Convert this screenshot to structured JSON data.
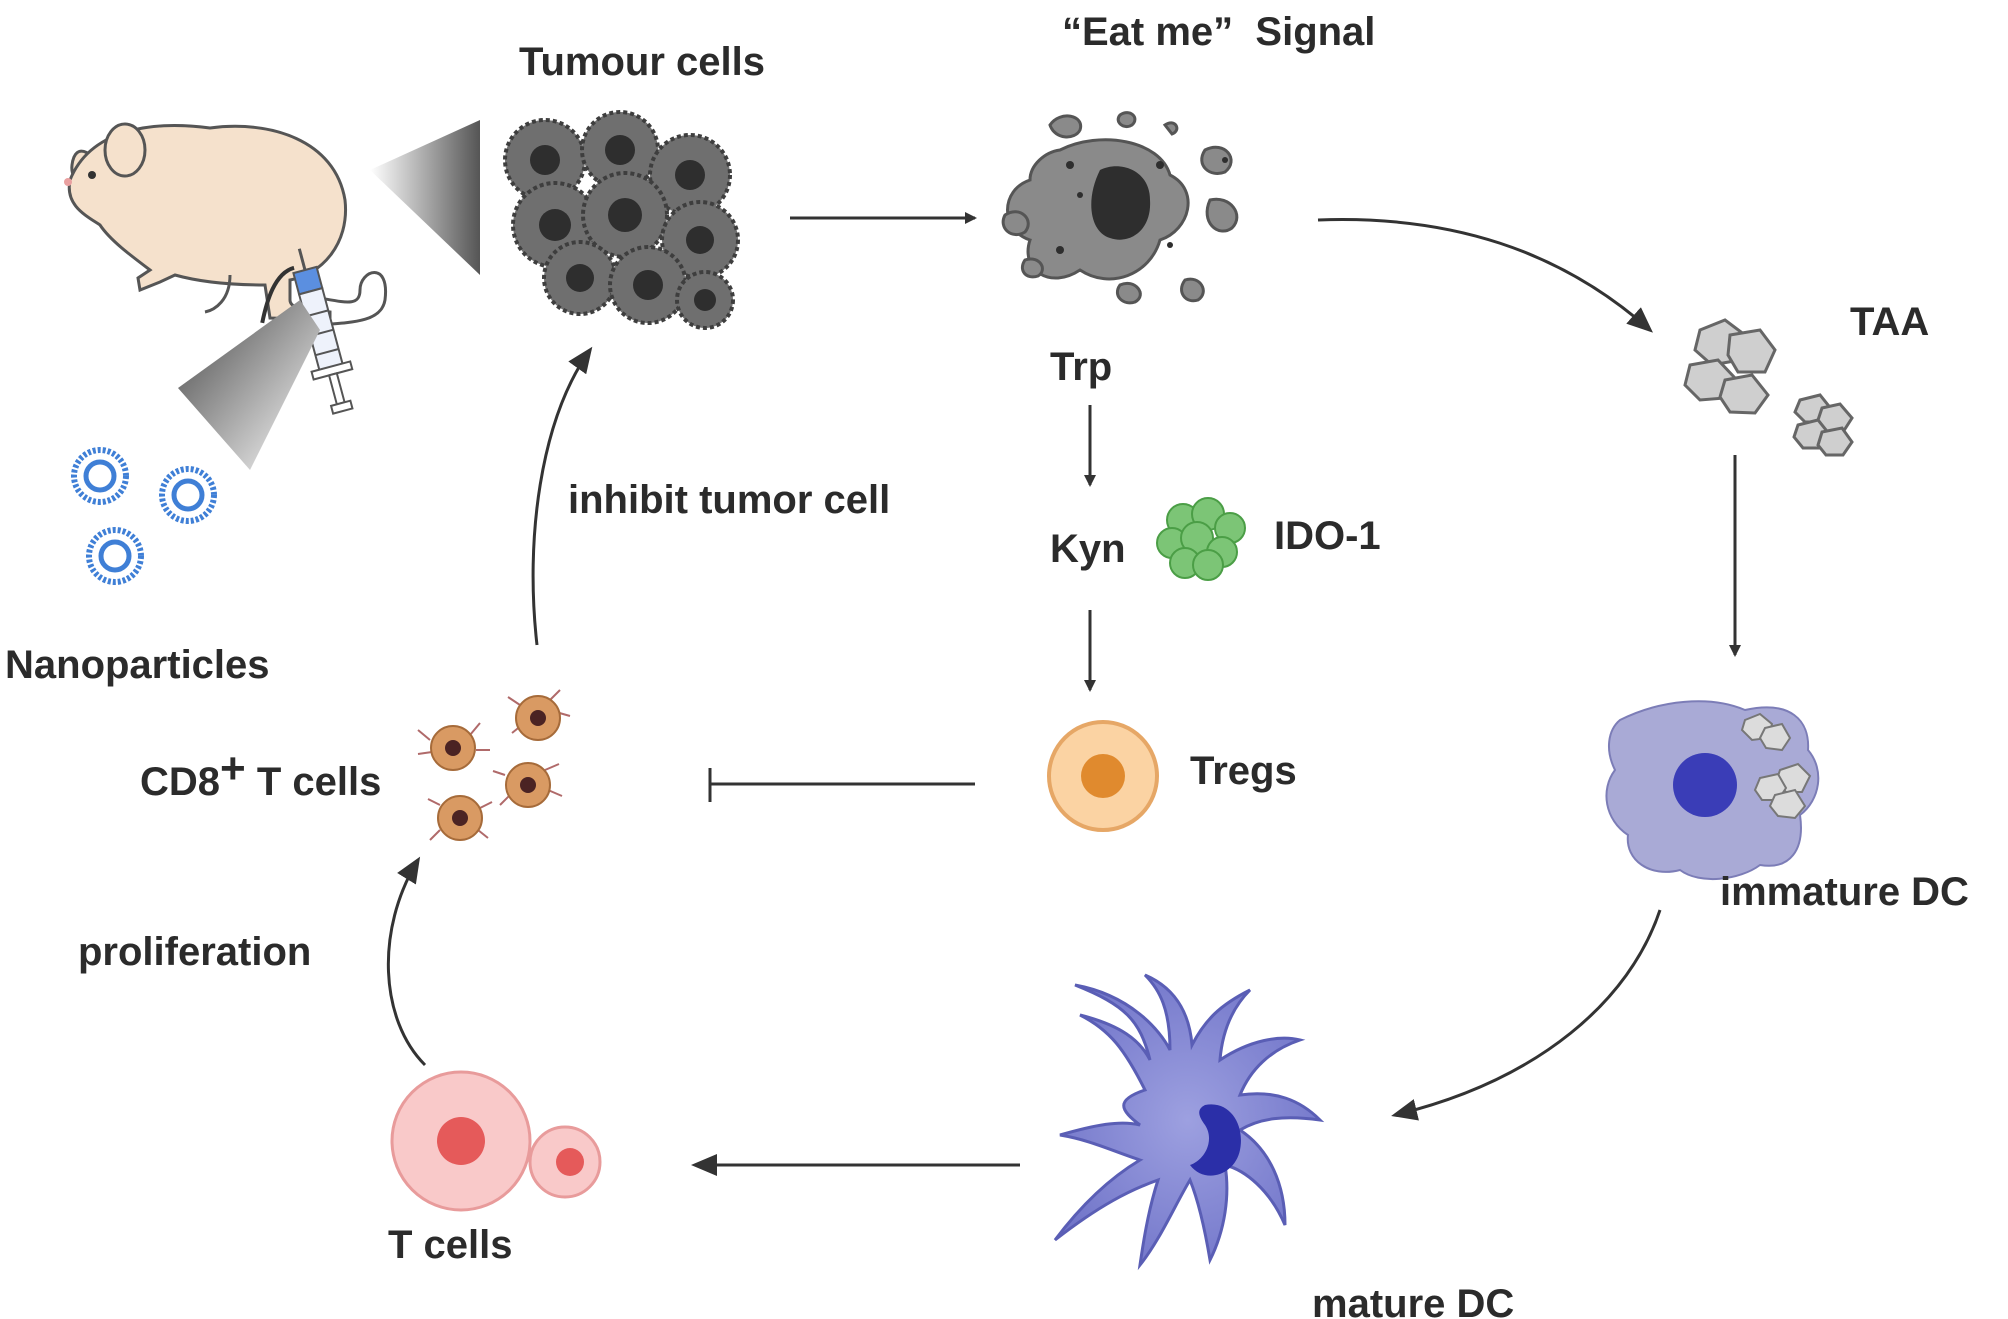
{
  "labels": {
    "tumour_cells": "Tumour cells",
    "eat_me_signal": "“Eat me”  Signal",
    "trp": "Trp",
    "kyn": "Kyn",
    "ido1": "IDO-1",
    "tregs": "Tregs",
    "taa": "TAA",
    "immature_dc": "immature DC",
    "mature_dc": "mature DC",
    "t_cells": "T cells",
    "proliferation": "proliferation",
    "cd8_prefix": "CD8",
    "cd8_plus": "+",
    "cd8_suffix": " T cells",
    "inhibit_tumor_cell": "inhibit tumor cell",
    "nanoparticles": "Nanoparticles"
  },
  "colors": {
    "text": "#2b2b2b",
    "arrow": "#333333",
    "mouse_body": "#f5e1cc",
    "tumour": "#6f6f6f",
    "tumour_nucleus": "#2e2e2e",
    "debris": "#8a8a8a",
    "taa": "#cfcfcf",
    "ido1": "#7cc576",
    "treg_outer": "#fbd3a3",
    "treg_inner": "#e08a2e",
    "immature_dc": "#a9aad6",
    "dc_nucleus": "#3a3db7",
    "mature_dc": "#7b7fd0",
    "t_cell_outer": "#f9c9c9",
    "t_cell_inner": "#e55a5a",
    "cd8_cell": "#d99a63",
    "nanoparticle": "#3f7fd6"
  }
}
